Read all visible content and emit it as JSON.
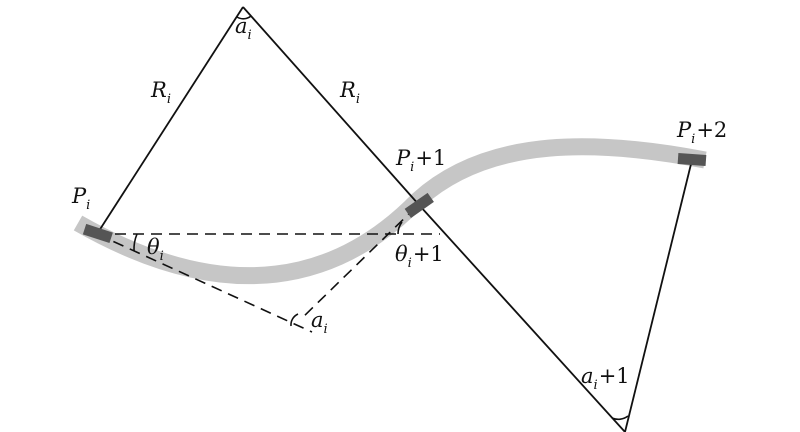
{
  "diagram": {
    "labels": {
      "apex_angle": {
        "main": "a",
        "sub": "i",
        "suffix": ""
      },
      "radius_left": {
        "main": "R",
        "sub": "i",
        "suffix": ""
      },
      "radius_right": {
        "main": "R",
        "sub": "i",
        "suffix": ""
      },
      "point_pi": {
        "main": "P",
        "sub": "i",
        "suffix": ""
      },
      "point_pi1": {
        "main": "P",
        "sub": "i",
        "suffix": "+1"
      },
      "point_pi2": {
        "main": "P",
        "sub": "i",
        "suffix": "+2"
      },
      "theta_i": {
        "main": "θ",
        "sub": "i",
        "suffix": ""
      },
      "theta_i1": {
        "main": "θ",
        "sub": "i",
        "suffix": "+1"
      },
      "lower_angle": {
        "main": "a",
        "sub": "i",
        "suffix": ""
      },
      "bottom_angle": {
        "main": "a",
        "sub": "i",
        "suffix": "+1"
      }
    },
    "colors": {
      "curve": "#c6c6c6",
      "marker": "#555555",
      "line": "#111111"
    }
  }
}
